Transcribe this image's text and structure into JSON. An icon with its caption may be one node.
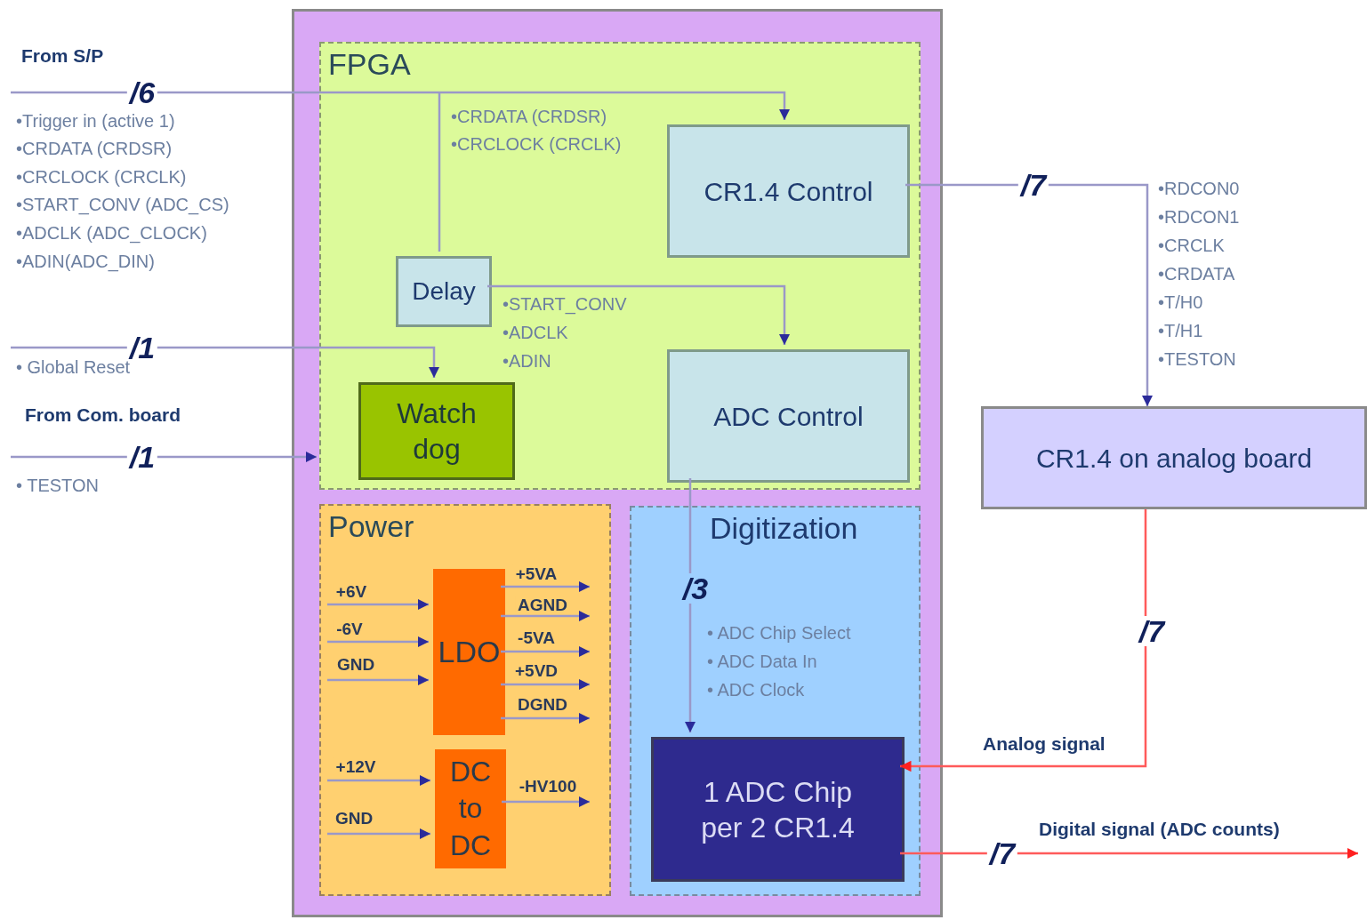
{
  "diagram": {
    "nodes": [
      {
        "text": [],
        "shape": "box"
      },
      {
        "text": [
          "FPGA"
        ],
        "in": 0
      },
      {
        "text": [
          "CR1.4 Control"
        ],
        "in": 1
      },
      {
        "text": [
          "Delay"
        ],
        "in": 1
      },
      {
        "text": [
          "Watch dog"
        ],
        "in": 1
      },
      {
        "text": [
          "ADC Control"
        ],
        "in": 1
      },
      {
        "text": [
          "Power"
        ],
        "in": 0
      },
      {
        "text": [
          "LDO"
        ],
        "in": 6
      },
      {
        "text": [
          "DC to DC"
        ],
        "in": 6
      },
      {
        "text": [
          "Digitization"
        ],
        "in": 0
      },
      {
        "text": [
          "1 ADC Chip per 2 CR1.4"
        ],
        "in": 9
      },
      {
        "text": [
          "CR1.4 on analog board"
        ]
      }
    ],
    "edges": [
      {
        "from": null,
        "to": 2,
        "arrow": "to",
        "label": "/6"
      },
      {
        "from": null,
        "to": 3,
        "arrow": "none"
      },
      {
        "from": null,
        "to": 4,
        "arrow": "to",
        "label": "/1"
      },
      {
        "from": null,
        "to": 1,
        "arrow": "to",
        "label": "/1"
      },
      {
        "from": 3,
        "to": 5,
        "arrow": "to"
      },
      {
        "from": 2,
        "to": 11,
        "arrow": "to",
        "label": "/7"
      },
      {
        "from": 5,
        "to": 10,
        "arrow": "to",
        "label": "/3"
      },
      {
        "from": 11,
        "to": 10,
        "arrow": "to",
        "label": "/7",
        "color": "#ff5a5a"
      },
      {
        "from": 10,
        "to": null,
        "arrow": "to",
        "label": "/7",
        "color": "#ff5a5a"
      },
      {
        "from": null,
        "to": 7,
        "arrow": "to",
        "label": "+6V"
      },
      {
        "from": null,
        "to": 7,
        "arrow": "to",
        "label": "-6V"
      },
      {
        "from": null,
        "to": 7,
        "arrow": "to",
        "label": "GND"
      },
      {
        "from": 7,
        "to": null,
        "arrow": "to",
        "label": "+5VA"
      },
      {
        "from": 7,
        "to": null,
        "arrow": "to",
        "label": "AGND"
      },
      {
        "from": 7,
        "to": null,
        "arrow": "to",
        "label": "-5VA"
      },
      {
        "from": 7,
        "to": null,
        "arrow": "to",
        "label": "+5VD"
      },
      {
        "from": 7,
        "to": null,
        "arrow": "to",
        "label": "DGND"
      },
      {
        "from": null,
        "to": 8,
        "arrow": "to",
        "label": "+12V"
      },
      {
        "from": null,
        "to": 8,
        "arrow": "to",
        "label": "GND"
      },
      {
        "from": 8,
        "to": null,
        "arrow": "to",
        "label": "-HV100"
      }
    ],
    "labels": [
      "From S/P",
      "•Trigger in (active 1)",
      "•CRDATA (CRDSR)",
      "•CRCLOCK (CRCLK)",
      "•START_CONV (ADC_CS)",
      "•ADCLK (ADC_CLOCK)",
      "•ADIN(ADC_DIN)",
      "• Global Reset",
      "From Com. board",
      "• TESTON",
      "•CRDATA (CRDSR)",
      "•CRCLOCK (CRCLK)",
      "•START_CONV",
      "•ADCLK",
      "•ADIN",
      "•RDCON0",
      "•RDCON1",
      "•CRCLK",
      "•CRDATA",
      "•T/H0",
      "•T/H1",
      "•TESTON",
      "• ADC Chip Select",
      "• ADC Data In",
      "• ADC Clock",
      "Analog signal",
      "Digital signal (ADC counts)"
    ]
  }
}
